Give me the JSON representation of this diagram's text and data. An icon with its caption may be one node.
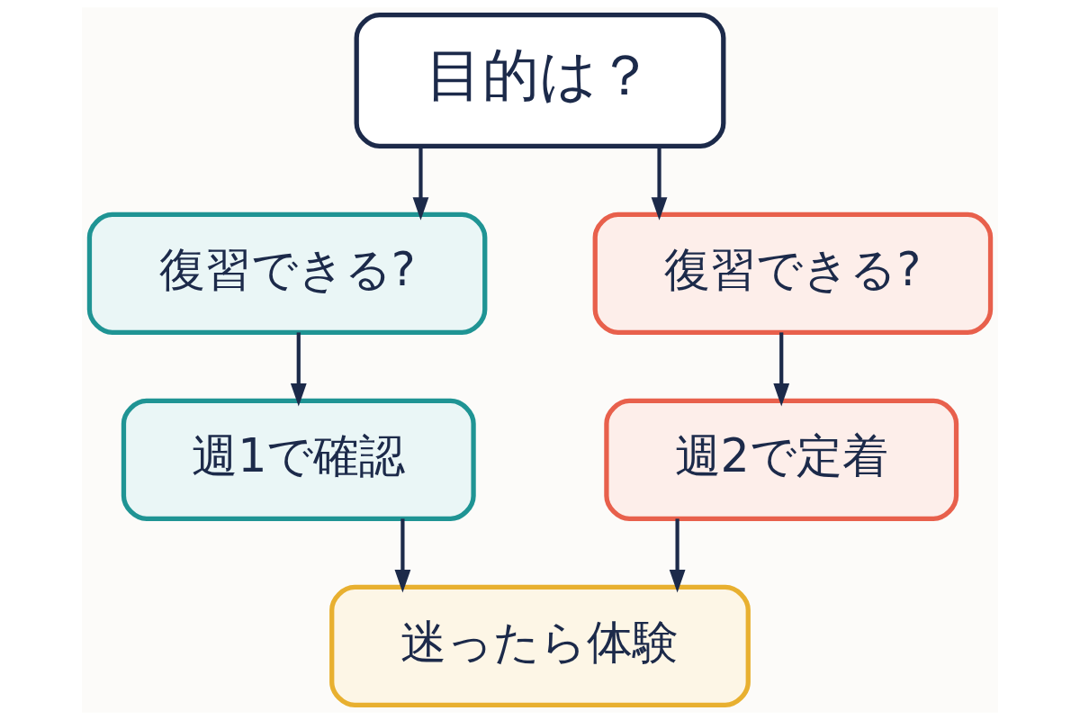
{
  "diagram": {
    "nodes": [
      {
        "text": [
          "目的は？"
        ]
      },
      {
        "text": [
          "復習できる?"
        ]
      },
      {
        "text": [
          "復習できる?"
        ]
      },
      {
        "text": [
          "週1で確認"
        ]
      },
      {
        "text": [
          "週2で定着"
        ]
      },
      {
        "text": [
          "迷ったら体験"
        ]
      }
    ],
    "edges": [
      {
        "from": 0,
        "to": 1,
        "arrow": "to"
      },
      {
        "from": 0,
        "to": 2,
        "arrow": "to"
      },
      {
        "from": 1,
        "to": 3,
        "arrow": "to"
      },
      {
        "from": 2,
        "to": 4,
        "arrow": "to"
      },
      {
        "from": 3,
        "to": 5,
        "arrow": "to"
      },
      {
        "from": 4,
        "to": 5,
        "arrow": "to"
      }
    ]
  }
}
